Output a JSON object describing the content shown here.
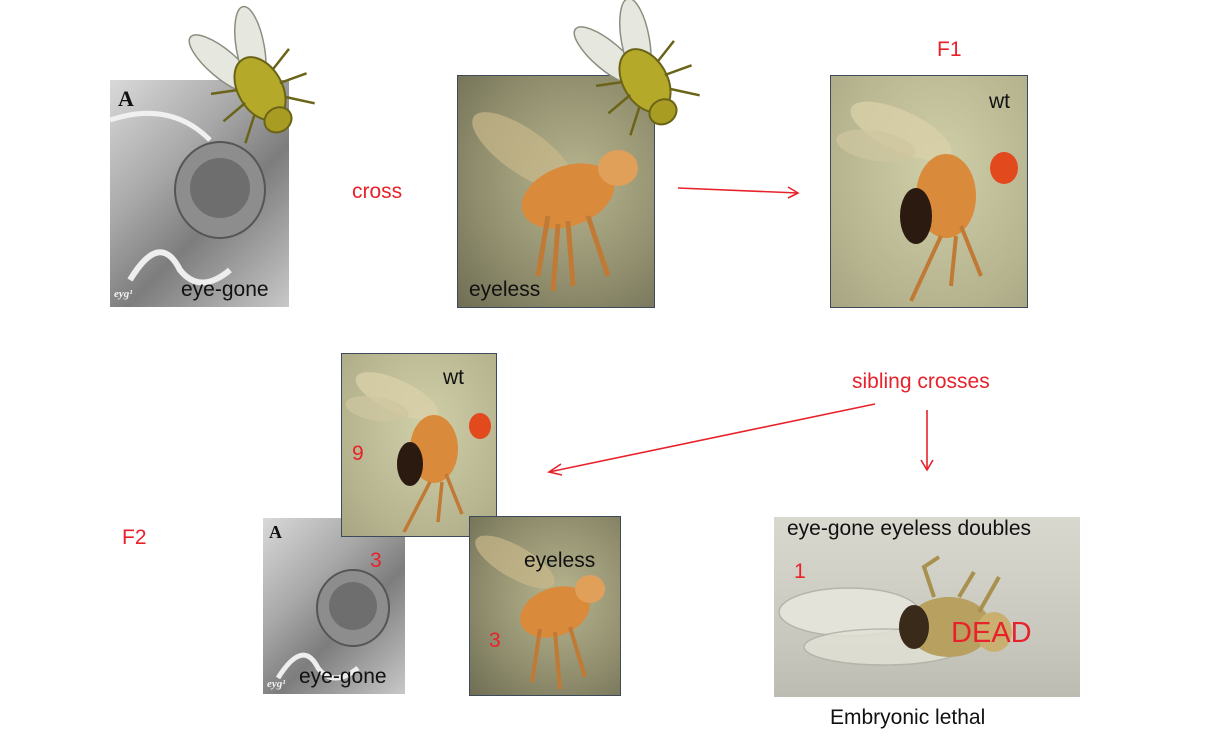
{
  "labels": {
    "cross": "cross",
    "f1": "F1",
    "f2": "F2",
    "sibling_crosses": "sibling crosses",
    "embryonic_lethal": "Embryonic lethal"
  },
  "parents": {
    "eye_gone": {
      "name": "eye-gone",
      "panel_letter": "A",
      "caption": "eyg¹"
    },
    "eyeless": {
      "name": "eyeless"
    }
  },
  "f1_fly": {
    "name": "wt"
  },
  "f2": {
    "wt": {
      "name": "wt",
      "ratio": "9"
    },
    "eye_gone": {
      "name": "eye-gone",
      "ratio": "3",
      "panel_letter": "A",
      "caption": "eyg¹"
    },
    "eyeless": {
      "name": "eyeless",
      "ratio": "3"
    },
    "doubles": {
      "name": "eye-gone eyeless doubles",
      "ratio": "1",
      "status": "DEAD"
    }
  },
  "colors": {
    "annotation": "#e8222a",
    "arrow": "#e8222a",
    "text": "#111111"
  }
}
